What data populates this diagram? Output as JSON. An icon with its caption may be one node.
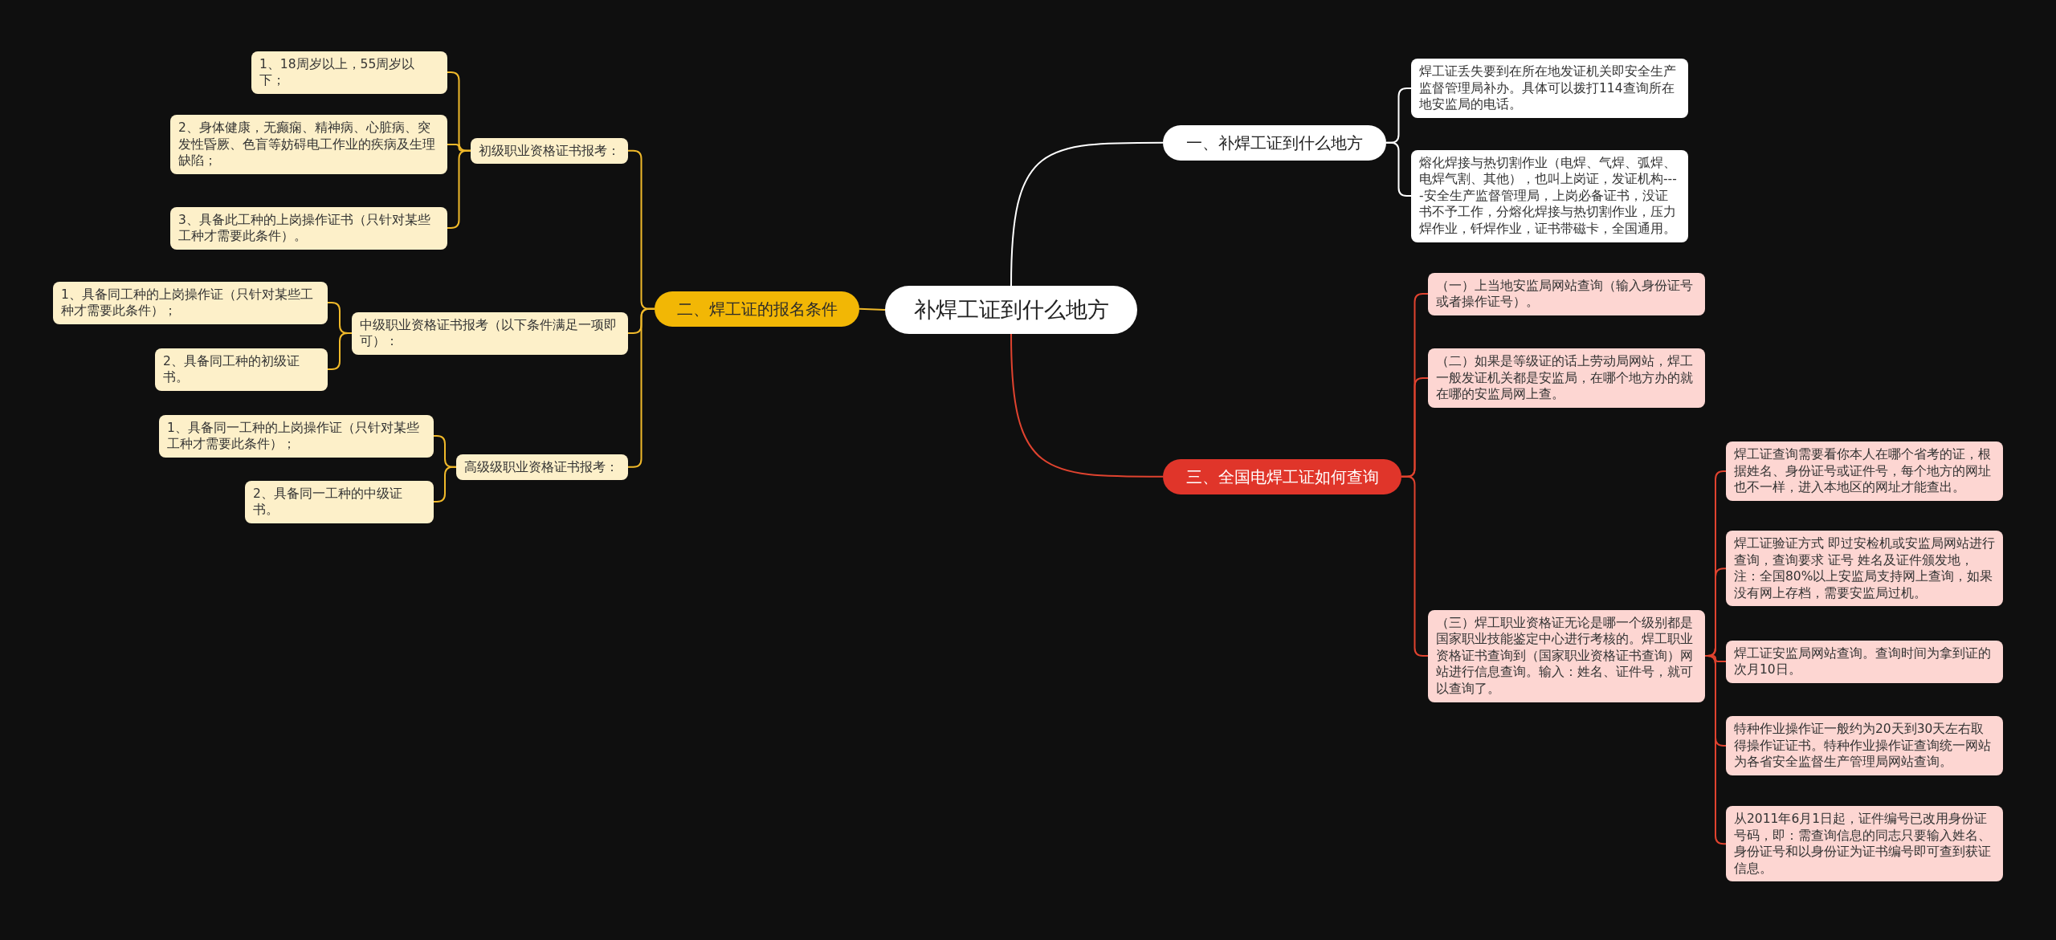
{
  "diagram": {
    "nodes": [
      {
        "text": [
          "补焊工证到什么地方"
        ]
      },
      {
        "text": [
          "一、补焊工证到什么地方"
        ]
      },
      {
        "text": [
          "焊工证丢失要到在所在地发证机关即安全生产监督管理局补办。具体可以拨打114查询所在地安监局的电话。"
        ]
      },
      {
        "text": [
          "熔化焊接与热切割作业（电焊、气焊、弧焊、电焊气割、其他），也叫上岗证，发证机构----安全生产监督管理局，上岗必备证书，没证书不予工作，分熔化焊接与热切割作业，压力焊作业，钎焊作业，证书带磁卡，全国通用。"
        ]
      },
      {
        "text": [
          "二、焊工证的报名条件"
        ]
      },
      {
        "text": [
          "初级职业资格证书报考："
        ]
      },
      {
        "text": [
          "1、18周岁以上，55周岁以下；"
        ]
      },
      {
        "text": [
          "2、身体健康，无癫痫、精神病、心脏病、突发性昏厥、色盲等妨碍电工作业的疾病及生理缺陷；"
        ]
      },
      {
        "text": [
          "3、具备此工种的上岗操作证书（只针对某些工种才需要此条件）。"
        ]
      },
      {
        "text": [
          "中级职业资格证书报考（以下条件满足一项即可）："
        ]
      },
      {
        "text": [
          "1、具备同工种的上岗操作证（只针对某些工种才需要此条件）；"
        ]
      },
      {
        "text": [
          "2、具备同工种的初级证书。"
        ]
      },
      {
        "text": [
          "高级级职业资格证书报考："
        ]
      },
      {
        "text": [
          "1、具备同一工种的上岗操作证（只针对某些工种才需要此条件）；"
        ]
      },
      {
        "text": [
          "2、具备同一工种的中级证书。"
        ]
      },
      {
        "text": [
          "三、全国电焊工证如何查询"
        ]
      },
      {
        "text": [
          "（一）上当地安监局网站查询（输入身份证号或者操作证号）。"
        ]
      },
      {
        "text": [
          "（二）如果是等级证的话上劳动局网站，焊工一般发证机关都是安监局，在哪个地方办的就在哪的安监局网上查。"
        ]
      },
      {
        "text": [
          "（三）焊工职业资格证无论是哪一个级别都是国家职业技能鉴定中心进行考核的。焊工职业资格证书查询到（国家职业资格证书查询）网站进行信息查询。输入：姓名、证件号，就可以查询了。"
        ]
      },
      {
        "text": [
          "焊工证查询需要看你本人在哪个省考的证，根据姓名、身份证号或证件号，每个地方的网址也不一样，进入本地区的网址才能查出。"
        ]
      },
      {
        "text": [
          "焊工证验证方式 即过安检机或安监局网站进行查询，查询要求 证号 姓名及证件颁发地，注：全国80%以上安监局支持网上查询，如果没有网上存档，需要安监局过机。"
        ]
      },
      {
        "text": [
          "焊工证安监局网站查询。查询时间为拿到证的次月10日。"
        ]
      },
      {
        "text": [
          "特种作业操作证一般约为20天到30天左右取得操作证证书。特种作业操作证查询统一网站为各省安全监督生产管理局网站查询。"
        ]
      },
      {
        "text": [
          "从2011年6月1日起，证件编号已改用身份证号码，即：需查询信息的同志只要输入姓名、身份证号和以身份证为证书编号即可查到获证信息。"
        ]
      }
    ],
    "edges": [
      {
        "from": 0,
        "to": 1,
        "arrow": "none",
        "color": "#ffffff"
      },
      {
        "from": 1,
        "to": 2,
        "arrow": "none",
        "color": "#ffffff"
      },
      {
        "from": 1,
        "to": 3,
        "arrow": "none",
        "color": "#ffffff"
      },
      {
        "from": 0,
        "to": 4,
        "arrow": "none"
      },
      {
        "from": 4,
        "to": 5,
        "arrow": "none"
      },
      {
        "from": 5,
        "to": 6,
        "arrow": "none"
      },
      {
        "from": 5,
        "to": 7,
        "arrow": "none"
      },
      {
        "from": 5,
        "to": 8,
        "arrow": "none"
      },
      {
        "from": 4,
        "to": 9,
        "arrow": "none"
      },
      {
        "from": 9,
        "to": 10,
        "arrow": "none"
      },
      {
        "from": 9,
        "to": 11,
        "arrow": "none"
      },
      {
        "from": 4,
        "to": 12,
        "arrow": "none"
      },
      {
        "from": 12,
        "to": 13,
        "arrow": "none"
      },
      {
        "from": 12,
        "to": 14,
        "arrow": "none"
      },
      {
        "from": 0,
        "to": 15,
        "arrow": "none",
        "color": "#e0432f"
      },
      {
        "from": 15,
        "to": 16,
        "arrow": "none",
        "color": "#e0432f"
      },
      {
        "from": 15,
        "to": 17,
        "arrow": "none",
        "color": "#e0432f"
      },
      {
        "from": 15,
        "to": 18,
        "arrow": "none",
        "color": "#e0432f"
      },
      {
        "from": 18,
        "to": 19,
        "arrow": "none",
        "color": "#e0432f"
      },
      {
        "from": 18,
        "to": 20,
        "arrow": "none",
        "color": "#e0432f"
      },
      {
        "from": 18,
        "to": 21,
        "arrow": "none",
        "color": "#e0432f"
      },
      {
        "from": 18,
        "to": 22,
        "arrow": "none",
        "color": "#e0432f"
      },
      {
        "from": 18,
        "to": 23,
        "arrow": "none",
        "color": "#e0432f"
      }
    ]
  }
}
